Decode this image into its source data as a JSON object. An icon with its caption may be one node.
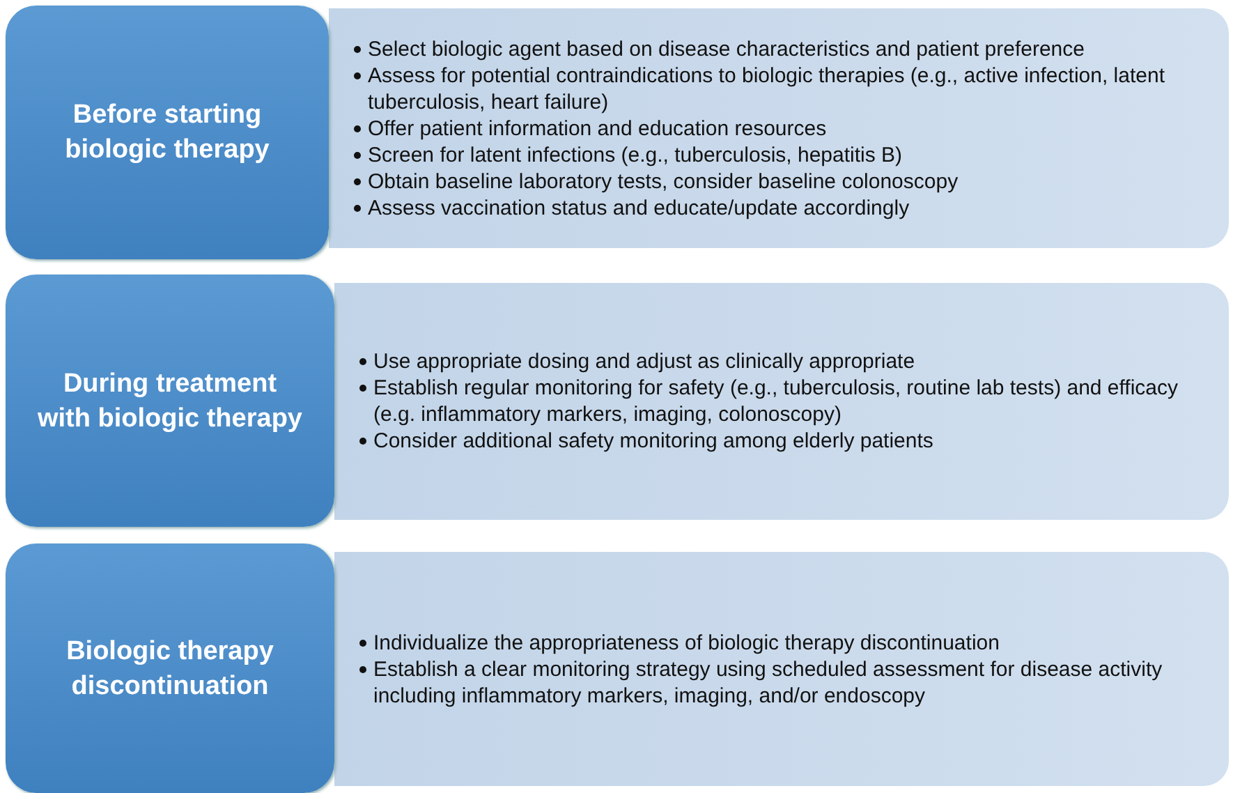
{
  "diagram": {
    "nodes": [
      {
        "text": [
          "Before starting biologic therapy"
        ]
      },
      {
        "text": [
          "Select biologic agent based on disease characteristics and patient preference",
          "Assess for potential contraindications to biologic therapies (e.g., active infection, latent tuberculosis, heart failure)",
          "Offer patient information and education resources",
          "Screen for latent infections (e.g., tuberculosis, hepatitis B)",
          "Obtain baseline laboratory tests, consider baseline colonoscopy",
          "Assess vaccination status and educate/update accordingly"
        ]
      },
      {
        "text": [
          "During treatment with biologic therapy"
        ]
      },
      {
        "text": [
          "Use appropriate dosing and adjust as clinically appropriate",
          "Establish regular monitoring for safety (e.g., tuberculosis, routine lab tests) and efficacy (e.g. inflammatory markers, imaging, colonoscopy)",
          "Consider additional safety monitoring among elderly patients"
        ]
      },
      {
        "text": [
          "Biologic therapy discontinuation"
        ]
      },
      {
        "text": [
          "Individualize the appropriateness of biologic therapy discontinuation",
          "Establish a clear monitoring strategy using scheduled assessment for disease activity including inflammatory markers, imaging, and/or endoscopy"
        ]
      }
    ]
  }
}
